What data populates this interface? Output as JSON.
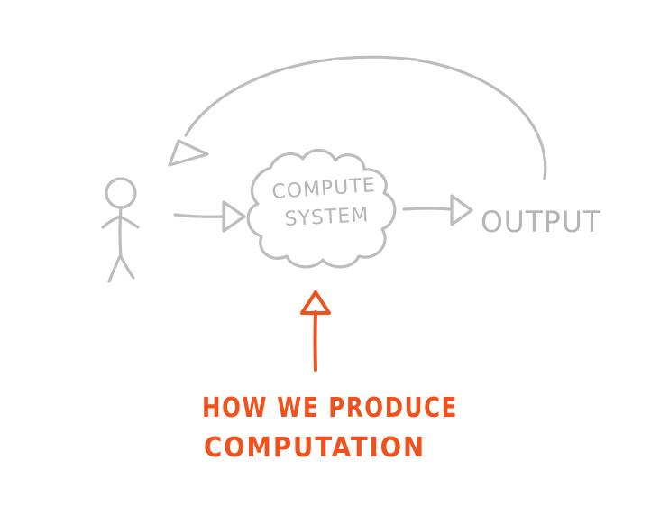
{
  "diagram": {
    "system_label_line1": "COMPUTE",
    "system_label_line2": "SYSTEM",
    "output_label": "OUTPUT",
    "annotation_line1": "HOW WE PRODUCE",
    "annotation_line2": "COMPUTATION",
    "colors": {
      "sketch": "#bdbdbd",
      "accent": "#f0521e"
    }
  }
}
